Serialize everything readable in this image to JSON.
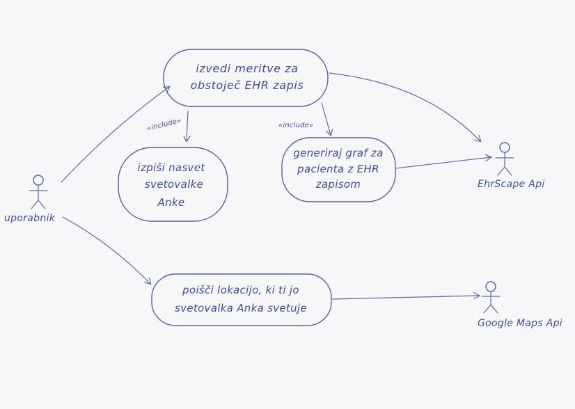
{
  "diagram": {
    "actors": {
      "user": "uporabnik",
      "ehrscape": "EhrScape Api",
      "google_maps": "Google Maps Api"
    },
    "use_cases": {
      "measurements": [
        "izvedi meritve za",
        "obstoječ EHR zapis"
      ],
      "advice": [
        "izpiši nasvet",
        "svetovalke",
        "Anke"
      ],
      "graph": [
        "generiraj graf za",
        "pacienta z EHR",
        "zapisom"
      ],
      "location": [
        "poišči lokacijo, ki ti jo",
        "svetovalka Anka svetuje"
      ]
    },
    "relations": {
      "include_left": "«include»",
      "include_right": "«include»"
    },
    "colors": {
      "ink": "#4f60a6",
      "paper": "#f7f7f9"
    }
  }
}
